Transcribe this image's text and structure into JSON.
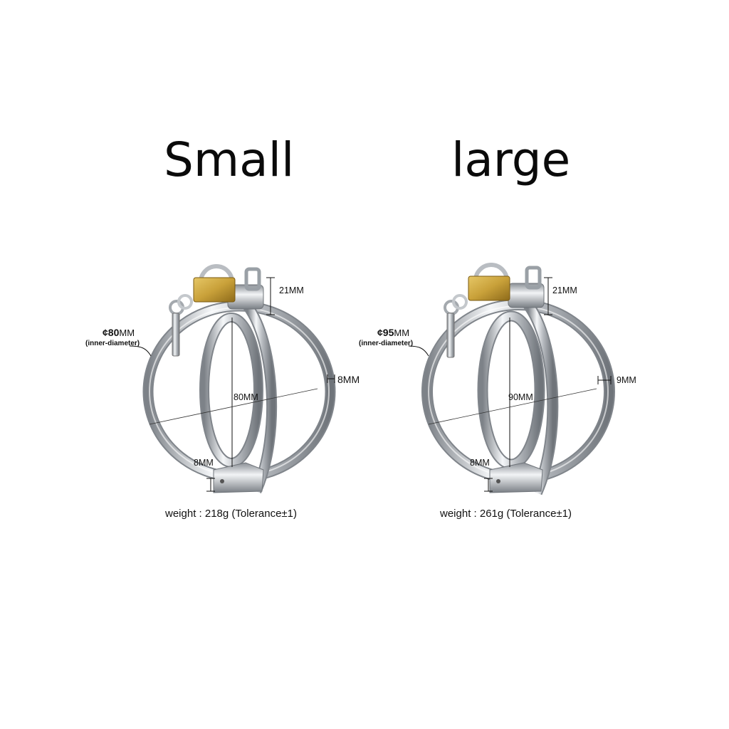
{
  "titles": {
    "small": "Small",
    "large": "large"
  },
  "small": {
    "diameter_value": "¢80",
    "diameter_unit": "MM",
    "inner_label": "(inner-diameter)",
    "top_height": "21MM",
    "ring_thickness": "8MM",
    "span": "80MM",
    "bottom_thickness": "8MM",
    "weight": "weight : 218g  (Tolerance±1)"
  },
  "large": {
    "diameter_value": "¢95",
    "diameter_unit": "MM",
    "inner_label": "(inner-diameter)",
    "top_height": "21MM",
    "ring_thickness": "9MM",
    "span": "90MM",
    "bottom_thickness": "8MM",
    "weight": "weight : 261g  (Tolerance±1)"
  },
  "colors": {
    "steel_dark": "#8f949a",
    "steel_light": "#f4f6f8",
    "brass": "#c9a13a"
  },
  "icons": [
    "padlock-icon",
    "key-icon"
  ]
}
